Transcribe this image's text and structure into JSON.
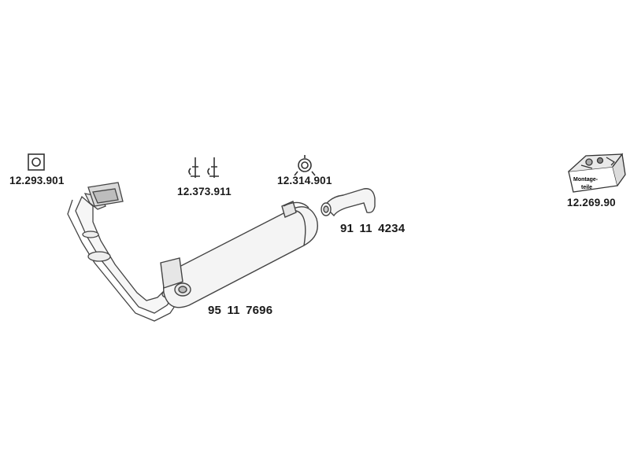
{
  "parts": {
    "gasket": {
      "number": "12.293.901",
      "icon": "square-flange-gasket-icon"
    },
    "clamps": {
      "number": "12.373.911",
      "icon": "mounting-clamps-icon"
    },
    "ring_gasket": {
      "number": "12.314.901",
      "icon": "three-bolt-ring-gasket-icon"
    },
    "tail_pipe": {
      "number": "91 11 4234",
      "icon": "tail-pipe-icon"
    },
    "muffler": {
      "number": "95 11 7696",
      "icon": "muffler-icon"
    },
    "front_pipe": {
      "icon": "front-pipe-icon"
    },
    "mounting_kit": {
      "number": "12.269.90",
      "box_text": "Montage-teile",
      "box_line1": "Montage-",
      "box_line2": "teile",
      "icon": "mounting-parts-box-icon"
    }
  }
}
